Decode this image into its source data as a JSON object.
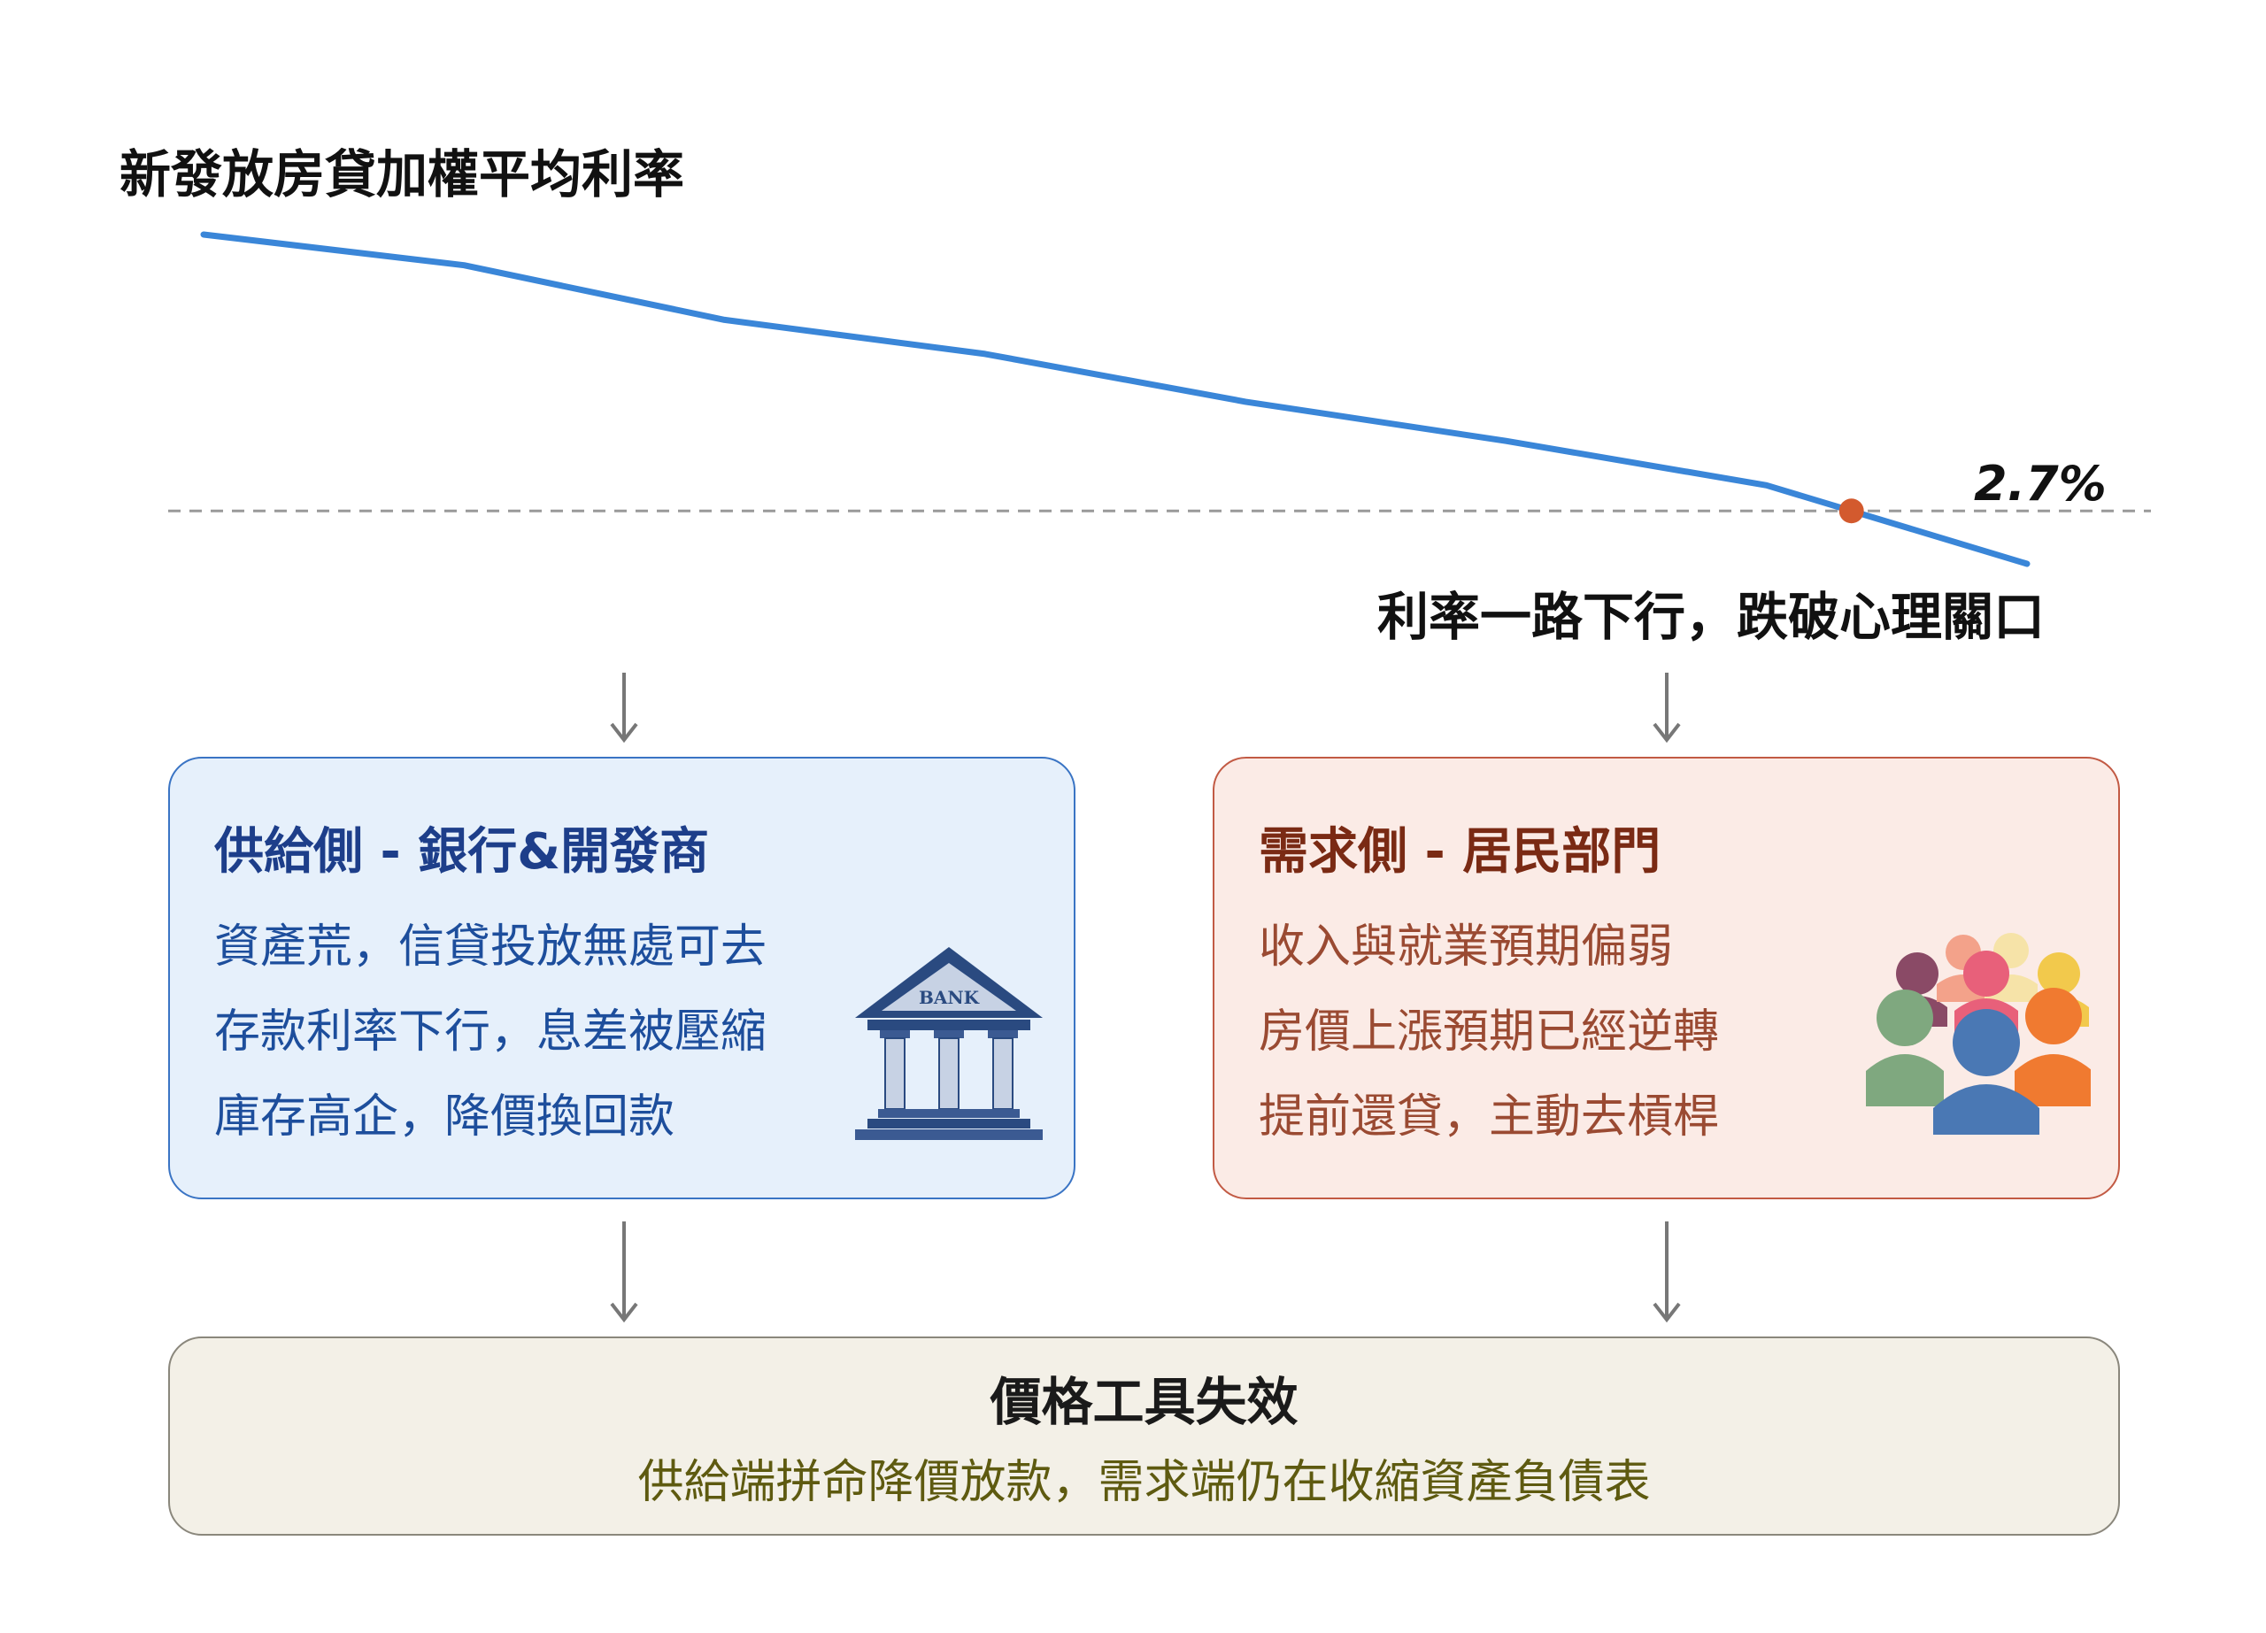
{
  "chart": {
    "title": "新發放房貸加權平均利率",
    "rate_label": "2.7%",
    "caption": "利率一路下行，跌破心理關口",
    "colors": {
      "line": "#3a86d8",
      "marker": "#d35a2e",
      "threshold": "#9a9a9a"
    }
  },
  "chart_data": {
    "type": "line",
    "title": "新發放房貸加權平均利率",
    "x": [
      1,
      2,
      3,
      4,
      5,
      6,
      7,
      8
    ],
    "y": [
      4.32,
      4.14,
      3.82,
      3.62,
      3.34,
      3.11,
      2.85,
      2.39
    ],
    "threshold": 2.7,
    "annotations": [
      "2.7%",
      "利率一路下行，跌破心理關口"
    ],
    "grid": false
  },
  "supply": {
    "heading": "供給側 - 銀行&開發商",
    "lines": [
      "資產荒，信貸投放無處可去",
      "存款利率下行，息差被壓縮",
      "庫存高企，降價換回款"
    ],
    "icon": "bank-icon",
    "icon_text": "BANK"
  },
  "demand": {
    "heading": "需求側 - 居民部門",
    "lines": [
      "收入與就業預期偏弱",
      "房價上漲預期已經逆轉",
      "提前還貸，主動去槓桿"
    ],
    "icon": "people-group-icon"
  },
  "result": {
    "heading": "價格工具失效",
    "text": "供給端拼命降價放款，需求端仍在收縮資產負債表"
  }
}
